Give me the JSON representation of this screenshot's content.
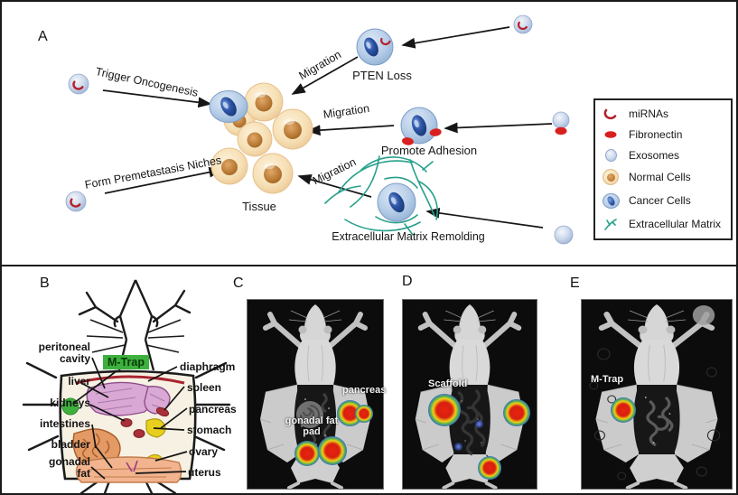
{
  "figure": {
    "panel_letters": {
      "a": "A",
      "b": "B",
      "c": "C",
      "d": "D",
      "e": "E"
    }
  },
  "panel_a": {
    "trigger_label": "Trigger Oncogenesis",
    "migration_label_1": "Migration",
    "pten_label": "PTEN Loss",
    "migration_label_2": "Migration",
    "promote_label": "Promote Adhesion",
    "migration_label_3": "Migration",
    "ecm_label": "Extracellular Matrix Remolding",
    "form_label": "Form Premetastasis Niches",
    "tissue_label": "Tissue",
    "legend": {
      "items": [
        {
          "icon": "mirna-icon",
          "label": "miRNAs"
        },
        {
          "icon": "fibronectin-icon",
          "label": "Fibronectin"
        },
        {
          "icon": "exosome-icon",
          "label": "Exosomes"
        },
        {
          "icon": "normal-cell-icon",
          "label": "Normal Cells"
        },
        {
          "icon": "cancer-cell-icon",
          "label": "Cancer Cells"
        },
        {
          "icon": "ecm-icon",
          "label": "Extracellular Matrix"
        }
      ]
    }
  },
  "panel_b": {
    "mtrap_label": "M-Trap",
    "left_labels": [
      "peritoneal cavity",
      "liver",
      "kidneys",
      "intestines",
      "bladder",
      "gonadal fat"
    ],
    "right_labels": [
      "diaphragm",
      "spleen",
      "pancreas",
      "stomach",
      "ovary",
      "uterus"
    ]
  },
  "panel_c": {
    "pancreas_label": "pancreas",
    "gonadal_label": "gonadal fat pad"
  },
  "panel_d": {
    "scaffold_label": "Scaffold"
  },
  "panel_e": {
    "mtrap_label": "M-Trap"
  },
  "colors": {
    "mirna": "#b3212b",
    "fibronectin": "#d92020",
    "exosome": "#ccd8ec",
    "normal_cell": "#f6dfb4",
    "normal_nucleus": "#b87a35",
    "cancer_cell": "#b9cfe8",
    "cancer_nucleus": "#2d55a8",
    "extracellular_matrix": "#27a08b",
    "mtrap_green": "#3db03d",
    "hotspot_core": "#d81f10",
    "hotspot_ring": "#3b62d2"
  }
}
